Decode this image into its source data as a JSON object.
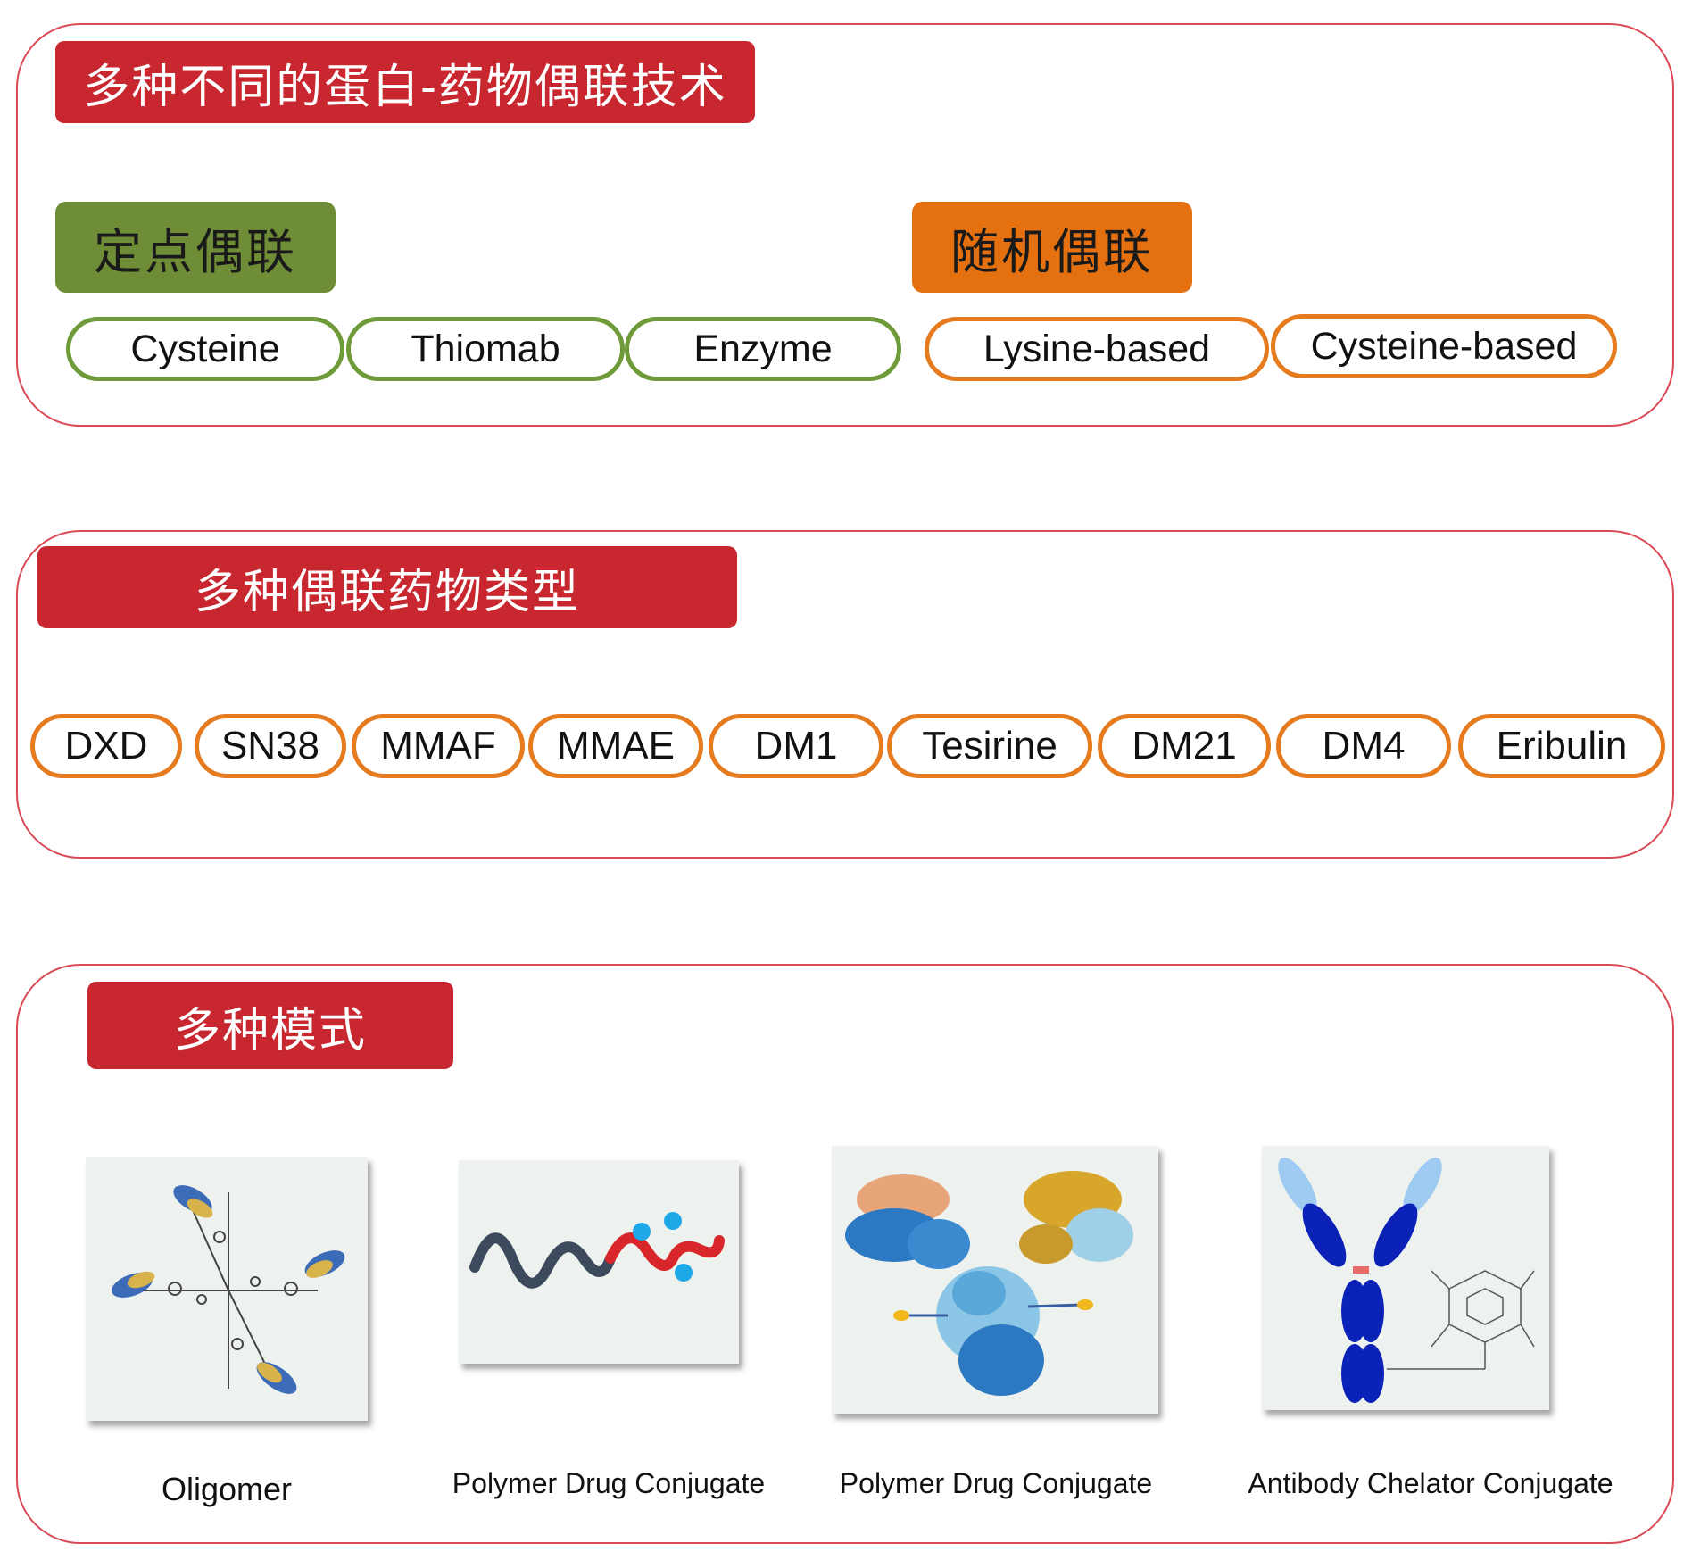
{
  "section1": {
    "title": "多种不同的蛋白-药物偶联技术",
    "site_specific": {
      "label": "定点偶联",
      "color": "#6f8c36",
      "items": [
        "Cysteine",
        "Thiomab",
        "Enzyme"
      ]
    },
    "random": {
      "label": "随机偶联",
      "color": "#e4700f",
      "items": [
        "Lysine-based",
        "Cysteine-based"
      ]
    }
  },
  "section2": {
    "title": "多种偶联药物类型",
    "drugs": [
      "DXD",
      "SN38",
      "MMAF",
      "MMAE",
      "DM1",
      "Tesirine",
      "DM21",
      "DM4",
      "Eribulin"
    ]
  },
  "section3": {
    "title": "多种模式",
    "modes": [
      {
        "caption": "Oligomer",
        "icon": "oligomer-illustration"
      },
      {
        "caption": "Polymer Drug Conjugate",
        "icon": "polymer-chain-illustration"
      },
      {
        "caption": "Polymer Drug Conjugate",
        "icon": "protein-conjugate-illustration"
      },
      {
        "caption": "Antibody Chelator  Conjugate",
        "icon": "antibody-chelator-illustration"
      }
    ]
  },
  "colors": {
    "panel_border": "#d94a55",
    "banner_red": "#c8272f",
    "pill_green": "#6f9a3a",
    "pill_orange": "#e67a1e"
  }
}
